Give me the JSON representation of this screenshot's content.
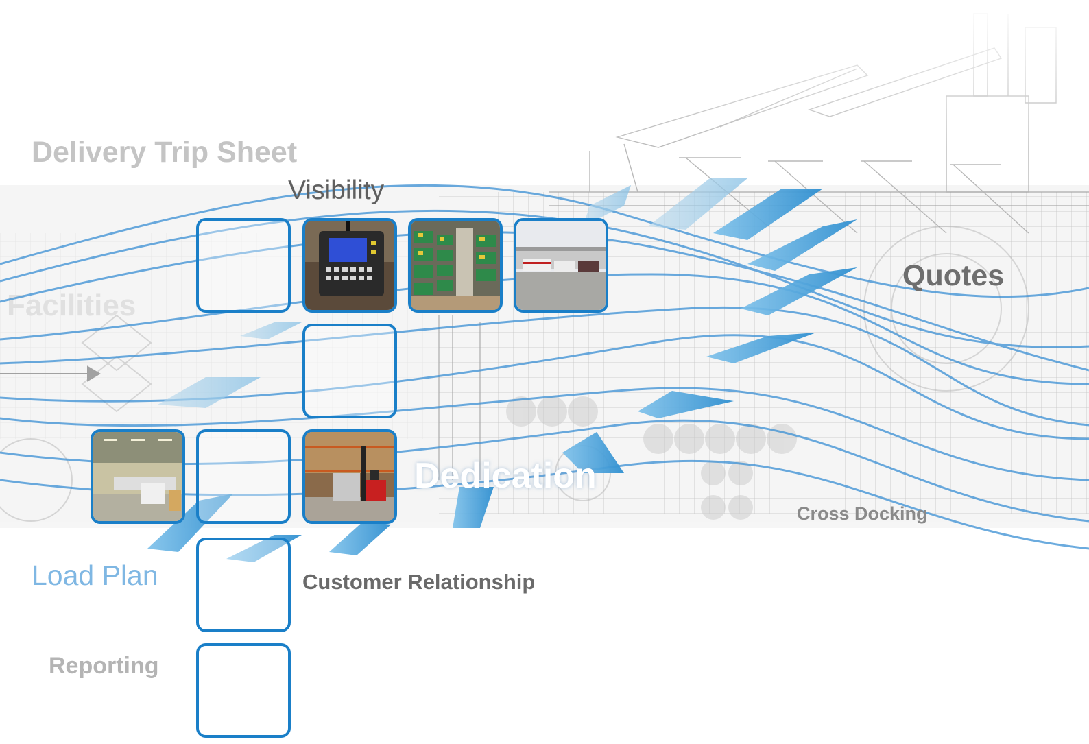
{
  "labels": {
    "delivery_trip_sheet": "Delivery Trip Sheet",
    "visibility": "Visibility",
    "quotes": "Quotes",
    "dedication": "Dedication",
    "cross_docking": "Cross Docking",
    "load_plan": "Load Plan",
    "customer_relationship": "Customer Relationship",
    "reporting": "Reporting"
  },
  "colors": {
    "tile_border": "#1a7fc8",
    "wave": "#3a8fd4",
    "load_plan": "#7fb7e3",
    "grey_text": "#8a8a8a",
    "dark_text": "#5a5a5a"
  },
  "photos": {
    "terminal": "handheld-terminal-photo",
    "shelves": "warehouse-shelves-photo",
    "dock": "loading-dock-photo",
    "conveyor": "sorting-conveyor-photo",
    "forklift": "forklift-photo"
  }
}
